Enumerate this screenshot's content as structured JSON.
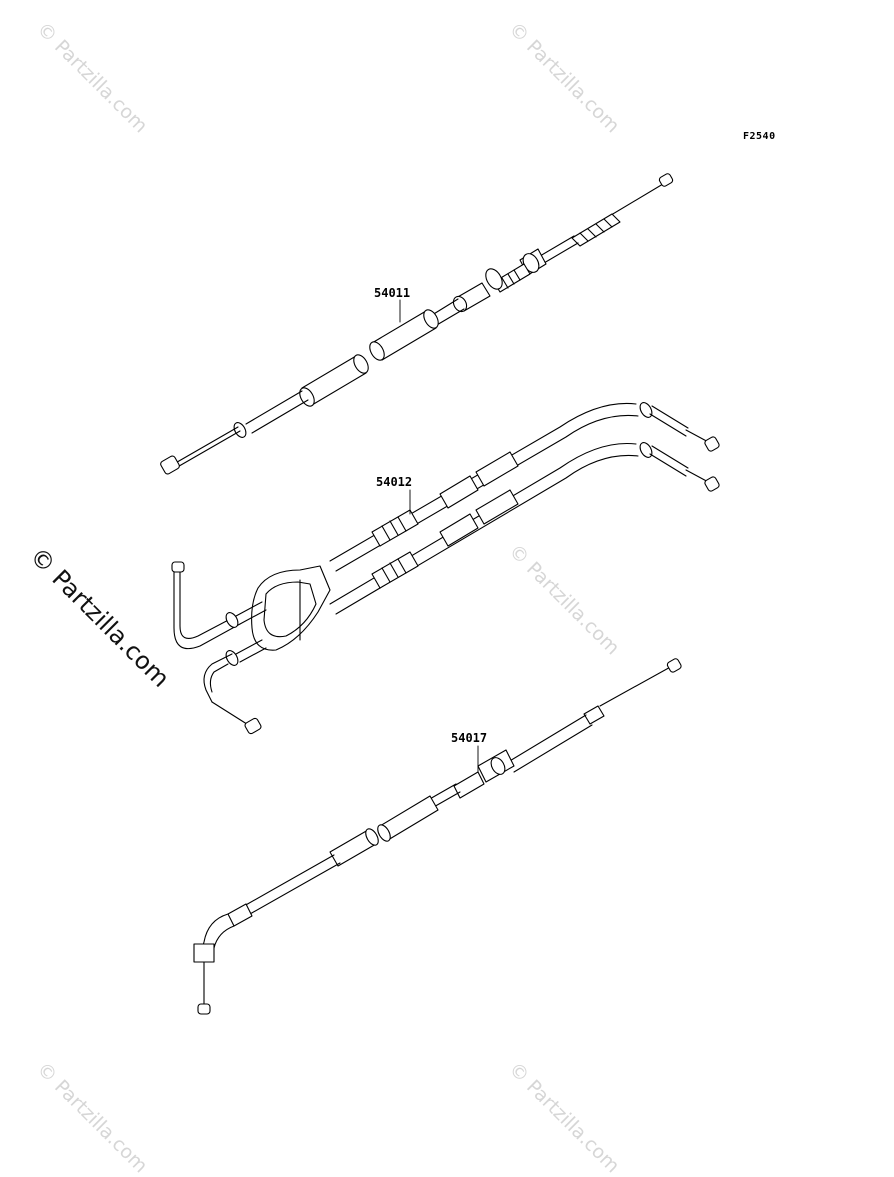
{
  "figure_code": "F2540",
  "watermark": {
    "small": "© Partzilla.com",
    "large": "© Partzilla.com"
  },
  "parts": [
    {
      "number": "54011"
    },
    {
      "number": "54012"
    },
    {
      "number": "54017"
    }
  ]
}
